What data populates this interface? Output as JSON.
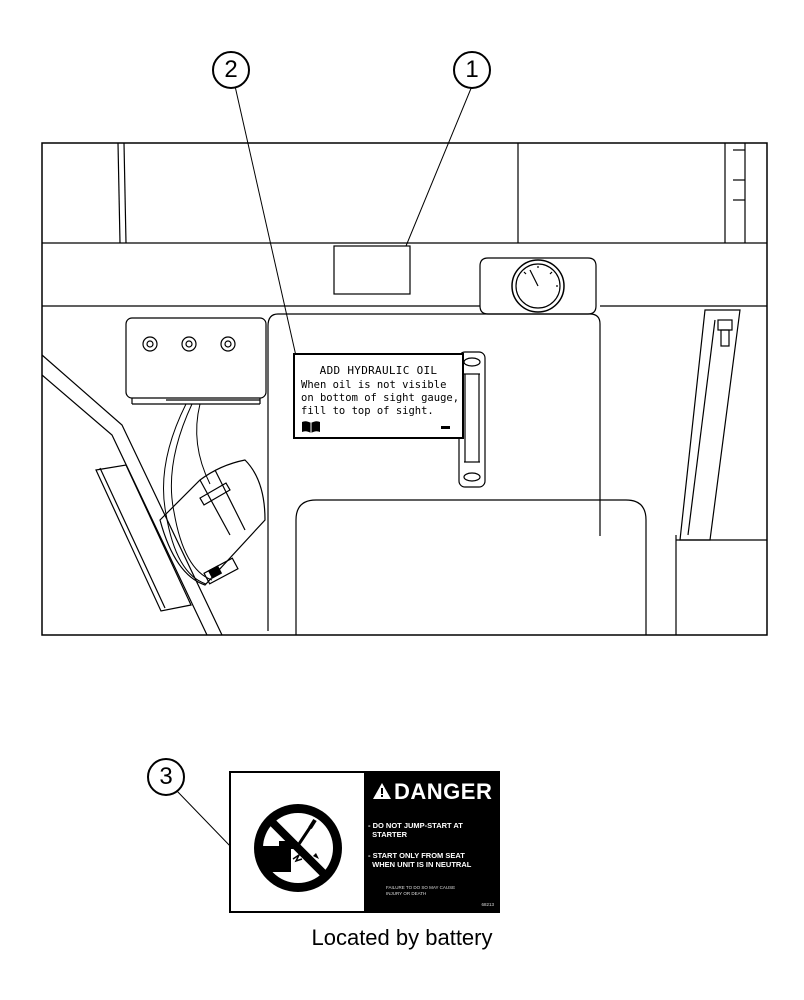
{
  "callouts": {
    "c1": "1",
    "c2": "2",
    "c3": "3"
  },
  "hydraulic_decal": {
    "title": "ADD HYDRAULIC OIL",
    "line1": "When oil is not visible",
    "line2": "on bottom of sight gauge,",
    "line3": "fill to top of sight.",
    "icon": "operator-manual-book-icon"
  },
  "danger_decal": {
    "heading": "DANGER",
    "item1": "- DO NOT JUMP-START AT\n  STARTER",
    "item2": "- START ONLY FROM SEAT\n  WHEN UNIT IS IN NEUTRAL",
    "fine_print": "FAILURE TO DO SO MAY CAUSE\nINJURY OR DEATH",
    "code": "68213",
    "icons": [
      "no-jump-start-icon",
      "warning-triangle-icon"
    ]
  },
  "caption": "Located by battery"
}
